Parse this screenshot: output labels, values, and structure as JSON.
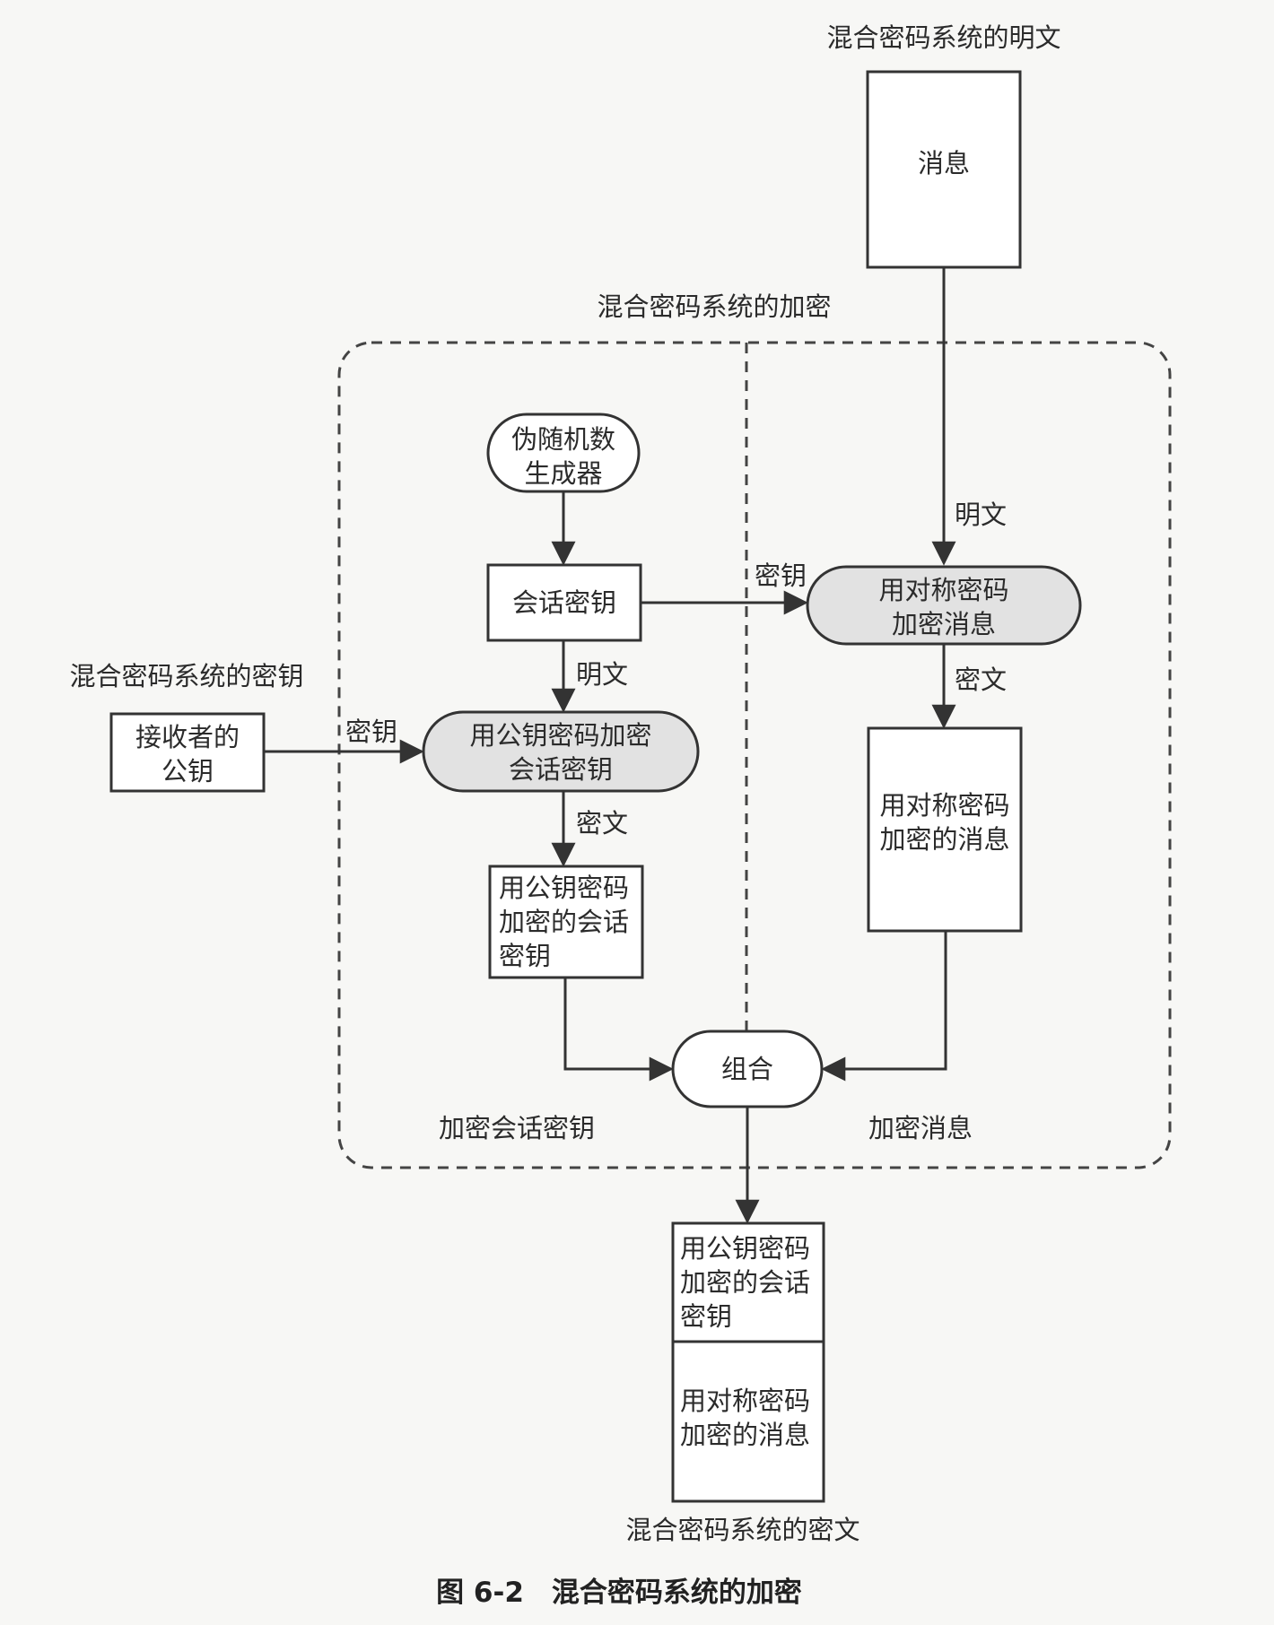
{
  "labels": {
    "plaintext_title": "混合密码系统的明文",
    "message": "消息",
    "encryption_title": "混合密码系统的加密",
    "prng_line1": "伪随机数",
    "prng_line2": "生成器",
    "session_key": "会话密钥",
    "edge_plaintext_right": "明文",
    "edge_key_right": "密钥",
    "sym_encrypt_line1": "用对称密码",
    "sym_encrypt_line2": "加密消息",
    "edge_ciphertext_right": "密文",
    "sym_encrypted_line1": "用对称密码",
    "sym_encrypted_line2": "加密的消息",
    "key_title": "混合密码系统的密钥",
    "receiver_key_line1": "接收者的",
    "receiver_key_line2": "公钥",
    "edge_key_left": "密钥",
    "edge_plaintext_left": "明文",
    "pub_encrypt_line1": "用公钥密码加密",
    "pub_encrypt_line2": "会话密钥",
    "edge_ciphertext_left": "密文",
    "pub_encrypted_line1": "用公钥密码",
    "pub_encrypted_line2": "加密的会话",
    "pub_encrypted_line3": "密钥",
    "combine": "组合",
    "section_left": "加密会话密钥",
    "section_right": "加密消息",
    "out_pub_line1": "用公钥密码",
    "out_pub_line2": "加密的会话",
    "out_pub_line3": "密钥",
    "out_sym_line1": "用对称密码",
    "out_sym_line2": "加密的消息",
    "ciphertext_title": "混合密码系统的密文",
    "caption": "图 6-2　混合密码系统的加密"
  }
}
